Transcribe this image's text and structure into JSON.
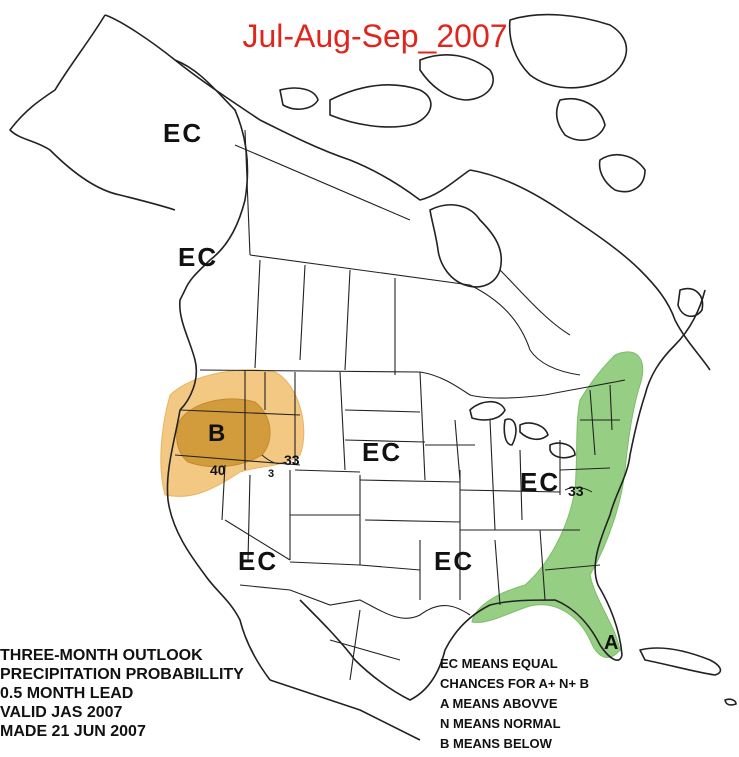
{
  "title": "Jul-Aug-Sep_2007",
  "colors": {
    "title": "#e0251c",
    "below_outer": "#f2c883",
    "below_inner": "#d29b3c",
    "above": "#96cf83",
    "lines": "#222222"
  },
  "region_labels": {
    "ec_alaska": "EC",
    "ec_bc": "EC",
    "below": "B",
    "contour_40": "40",
    "contour_33_west": "33",
    "contour_3": "3",
    "ec_plains": "EC",
    "ec_east": "EC",
    "contour_33_east": "33",
    "ec_southwest": "EC",
    "ec_south": "EC",
    "above": "A"
  },
  "legend_left": [
    "THREE-MONTH OUTLOOK",
    "PRECIPITATION PROBABILLITY",
    "0.5 MONTH LEAD",
    "VALID JAS 2007",
    "MADE  21 JUN 2007"
  ],
  "legend_right": [
    "EC MEANS EQUAL",
    "CHANCES FOR A+ N+ B",
    "A MEANS ABOVVE",
    "N MEANS NORMAL",
    "B MEANS BELOW"
  ]
}
